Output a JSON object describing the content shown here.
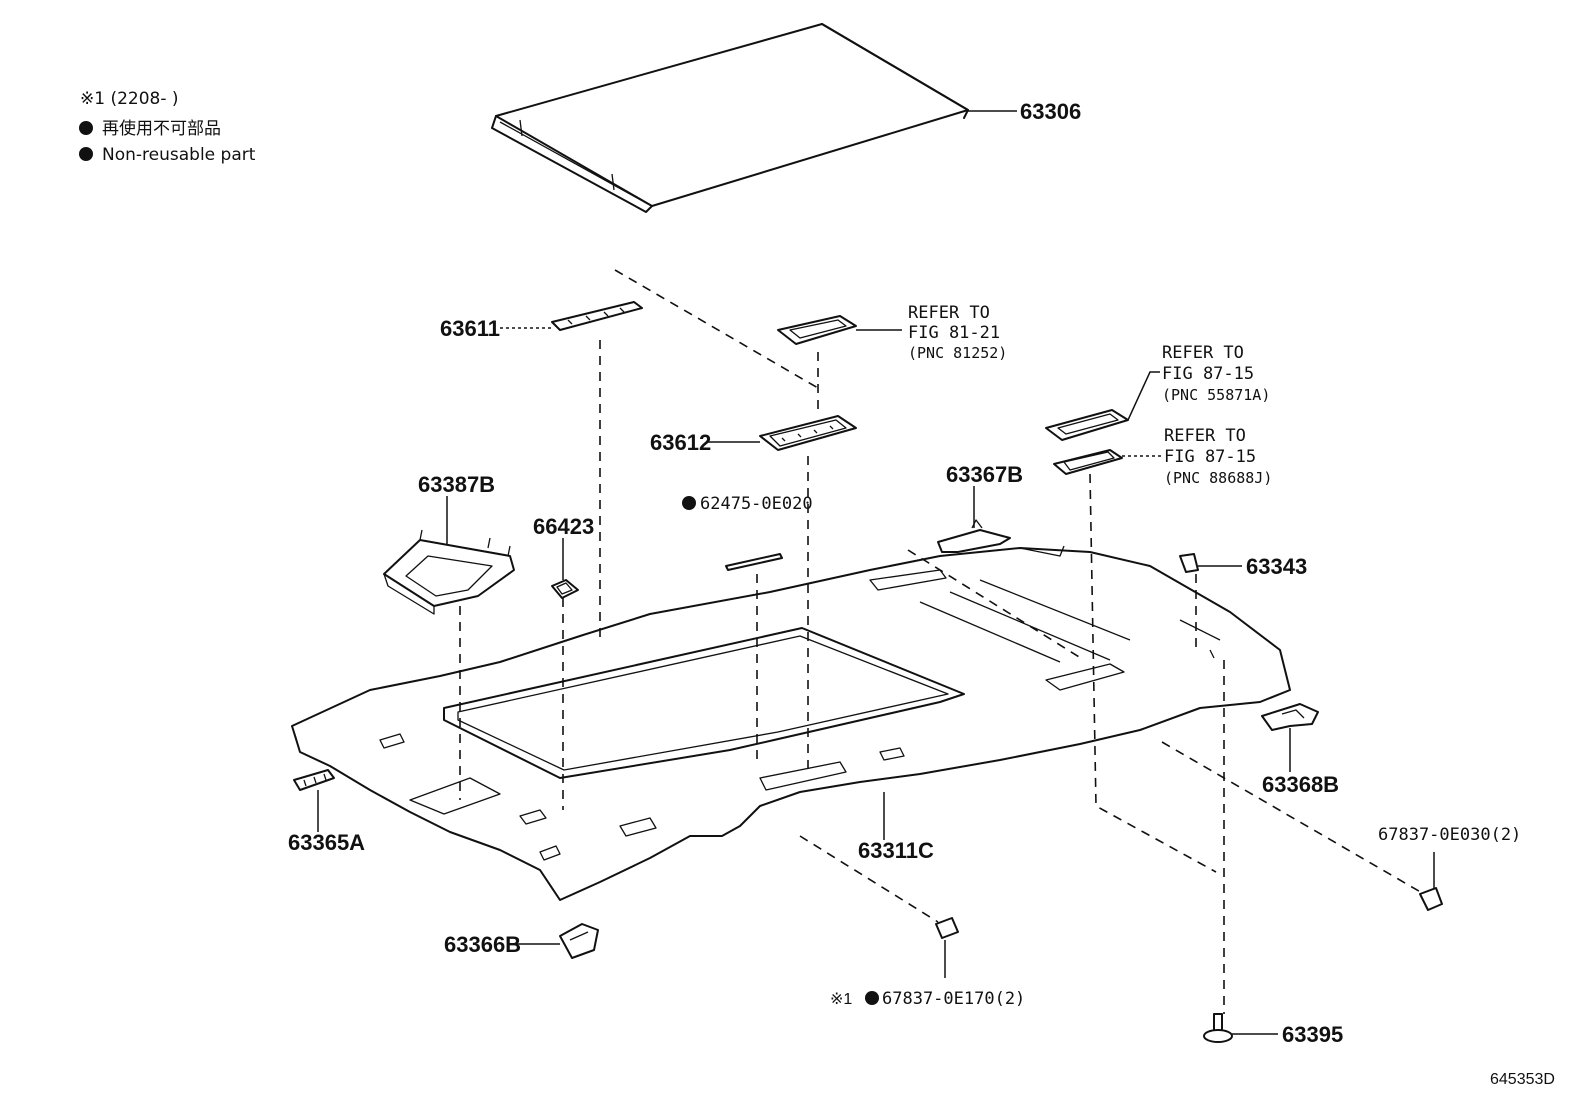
{
  "legend": {
    "applicability": "※1 (2208-        )",
    "non_reusable_ja": "再使用不可部品",
    "non_reusable_en": "Non-reusable part"
  },
  "parts": {
    "p63306": "63306",
    "p63611": "63611",
    "p63612": "63612",
    "p63387B": "63387B",
    "p66423": "66423",
    "p624750E020": "62475-0E020",
    "p63367B": "63367B",
    "p63343": "63343",
    "p63368B": "63368B",
    "p63365A": "63365A",
    "p63311C": "63311C",
    "p63366B": "63366B",
    "p678370E030": "67837-0E030(2)",
    "p678370E170": "67837-0E170(2)",
    "p678370E170_prefix": "※1",
    "p63395": "63395"
  },
  "refs": {
    "ref1_line1": "REFER TO",
    "ref1_line2": "FIG 81-21",
    "ref1_line3": "(PNC 81252)",
    "ref2_line1": "REFER TO",
    "ref2_line2": "FIG 87-15",
    "ref2_line3": "(PNC 55871A)",
    "ref3_line1": "REFER TO",
    "ref3_line2": "FIG 87-15",
    "ref3_line3": "(PNC 88688J)"
  },
  "diagram_code": "645353D"
}
